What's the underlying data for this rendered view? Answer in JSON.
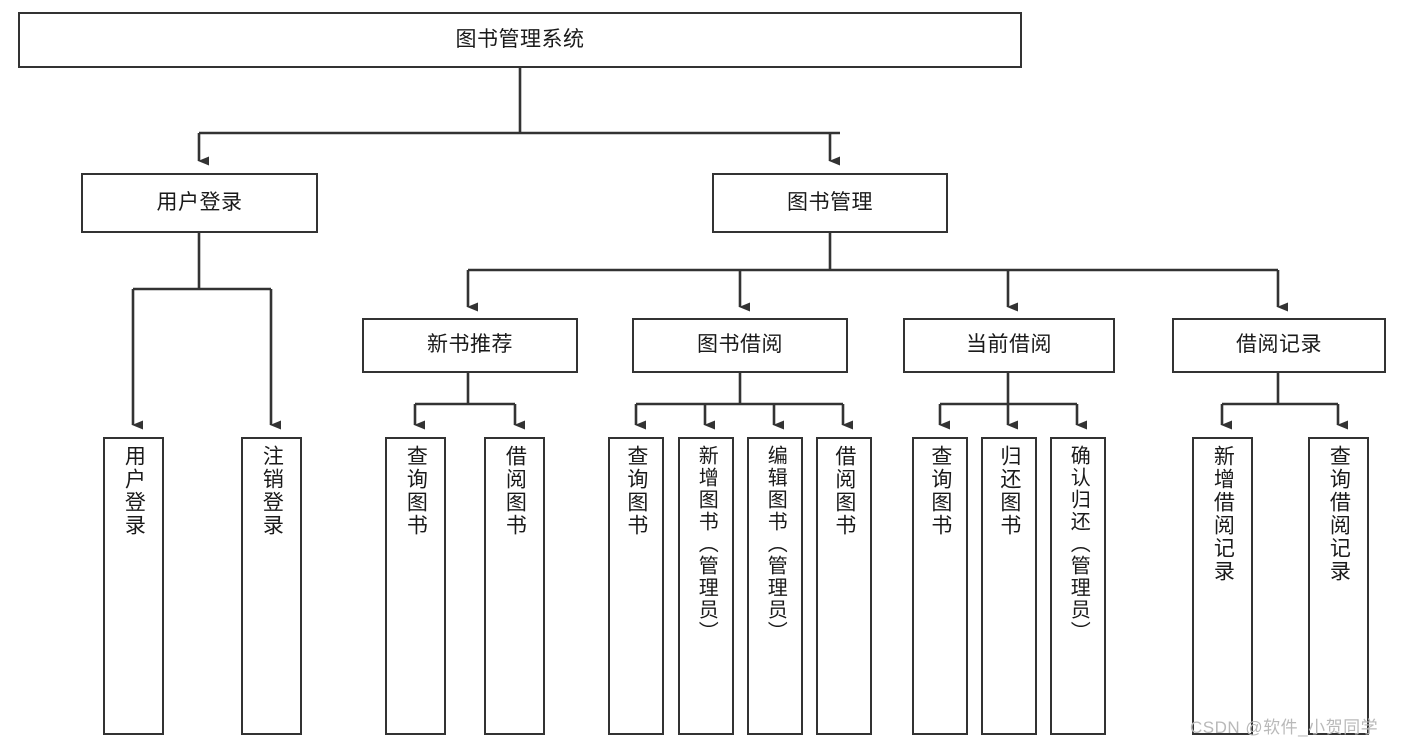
{
  "diagram": {
    "type": "tree-hierarchy-chart",
    "title": "图书管理系统",
    "line_color": "#333333",
    "box_fill": "#ffffff",
    "text_color": "#1a1a1a"
  },
  "nodes": {
    "root": {
      "label": "图书管理系统"
    },
    "level1": [
      {
        "label": "用户登录"
      },
      {
        "label": "图书管理"
      }
    ],
    "level2": [
      {
        "label": "新书推荐"
      },
      {
        "label": "图书借阅"
      },
      {
        "label": "当前借阅"
      },
      {
        "label": "借阅记录"
      }
    ],
    "leaves_user_login": [
      {
        "label": "用户登录"
      },
      {
        "label": "注销登录"
      }
    ],
    "leaves_new_book": [
      {
        "label": "查询图书"
      },
      {
        "label": "借阅图书"
      }
    ],
    "leaves_borrow": [
      {
        "label": "查询图书"
      },
      {
        "label": "新增图书（管理员）"
      },
      {
        "label": "编辑图书（管理员）"
      },
      {
        "label": "借阅图书"
      }
    ],
    "leaves_current": [
      {
        "label": "查询图书"
      },
      {
        "label": "归还图书"
      },
      {
        "label": "确认归还（管理员）"
      }
    ],
    "leaves_records": [
      {
        "label": "新增借阅记录"
      },
      {
        "label": "查询借阅记录"
      }
    ]
  },
  "watermark": {
    "text": "CSDN @软件_小贺同学"
  }
}
